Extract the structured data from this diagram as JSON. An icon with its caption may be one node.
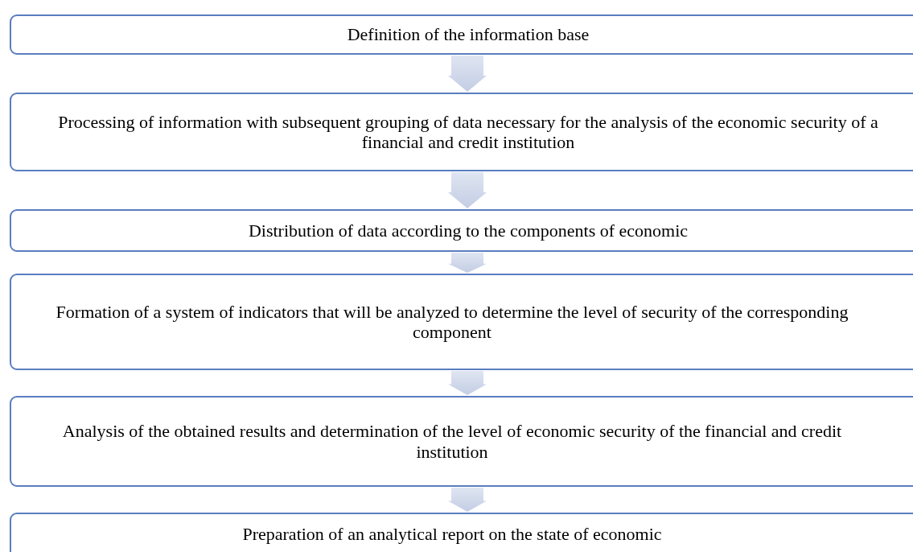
{
  "diagram": {
    "nodes": [
      {
        "text": [
          "Definition of the information base"
        ]
      },
      {
        "text": [
          "Processing of information with subsequent grouping of data necessary for the analysis of the economic security of a financial and credit institution"
        ]
      },
      {
        "text": [
          "Distribution of data according to the components of economic"
        ]
      },
      {
        "text": [
          "Formation of a system of indicators that will be analyzed to determine the level of security of the corresponding component"
        ]
      },
      {
        "text": [
          "Analysis of the obtained results and determination of the level of economic security of the financial and credit institution"
        ]
      },
      {
        "text": [
          "Preparation of an analytical report on the state of economic"
        ]
      }
    ],
    "edges": [
      {
        "from": 0,
        "to": 1,
        "arrow": "to"
      },
      {
        "from": 1,
        "to": 2,
        "arrow": "to"
      },
      {
        "from": 2,
        "to": 3,
        "arrow": "to"
      },
      {
        "from": 3,
        "to": 4,
        "arrow": "to"
      },
      {
        "from": 4,
        "to": 5,
        "arrow": "to"
      }
    ]
  }
}
